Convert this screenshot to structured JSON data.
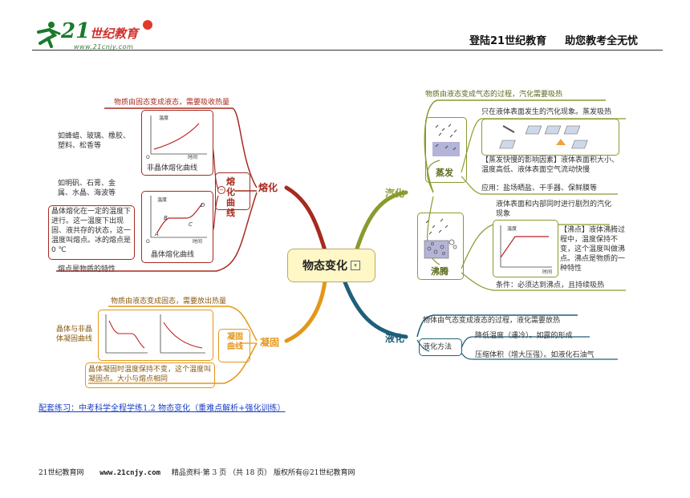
{
  "header": {
    "logo_num": "21",
    "logo_text": "世纪教育",
    "logo_url": "www.21cnjy.com",
    "slogan_1": "登陆21世纪教育",
    "slogan_2": "助您教考全无忧"
  },
  "center": {
    "label": "物态变化"
  },
  "branches": {
    "melting": "熔化",
    "solidify": "凝固",
    "vaporize": "汽化",
    "liquefy": "液化"
  },
  "melting": {
    "definition": "物质由固态变成液态，需要吸收热量",
    "curve_group_label": "熔化曲线",
    "amorphous_examples": "如蜂蜡、玻璃、橡胶、塑料、松香等",
    "amorphous_caption": "非晶体熔化曲线",
    "crystal_examples": "如明矾、石膏、金属、水晶、海波等",
    "crystal_desc": "晶体熔化在一定的温度下进行。这一温度下出现固、液共存的状态，这一温度叫熔点。冰的熔点是0 ℃",
    "crystal_caption": "晶体熔化曲线",
    "melting_point_note": "熔点是物质的特性",
    "chart_ylabel": "温度",
    "chart_xlabel": "时间",
    "chart_origin": "O",
    "points": {
      "A": "A",
      "B": "B",
      "C": "C",
      "D": "D"
    }
  },
  "solidify": {
    "definition": "物质由液态变成固态，需要放出热量",
    "curve_label": "凝固曲线",
    "curve_note": "晶体与非晶体凝固曲线",
    "crystal_note": "晶体凝固时温度保持不变，这个温度叫凝固点。大小与熔点相同"
  },
  "vaporize": {
    "definition": "物质由液态变成气态的过程，汽化需要吸热",
    "evaporation": {
      "label": "蒸发",
      "desc": "只在液体表面发生的汽化现象。蒸发吸热",
      "factors": "【蒸发快慢的影响因素】液体表面积大小、温度高低、液体表面空气流动快慢",
      "applications": "应用：盐场晒盐、干手器、保鲜膜等"
    },
    "boiling": {
      "label": "沸腾",
      "desc": "液体表面和内部同时进行剧烈的汽化现象",
      "point_desc": "【沸点】液体沸腾过程中，温度保持不变，这个温度叫做沸点。沸点是物质的一种特性",
      "condition": "条件：必须达到沸点，且持续吸热",
      "chart_ylabel": "温度",
      "chart_xlabel": "时间"
    }
  },
  "liquefy": {
    "definition": "物体由气态变成液态的过程，液化需要放热",
    "methods_label": "液化方法",
    "method_1": "降低温度（遇冷）。如露的形成",
    "method_2": "压缩体积（增大压强）。如液化石油气"
  },
  "practice_link": "配套练习：中考科学全程学练1.2 物态变化（重难点解析+强化训练）",
  "footer": {
    "site": "21世纪教育网",
    "url": "www.21cnjy.com",
    "page_info": "精品资料·第 3 页 （共 18 页） 版权所有@21世纪教育网"
  },
  "colors": {
    "melting": "#a52a1f",
    "solidify": "#e3971a",
    "vaporize": "#8a9a2e",
    "liquefy": "#1f5f7a",
    "center_fill": "#fff7c6",
    "link": "#1a3ec8"
  }
}
